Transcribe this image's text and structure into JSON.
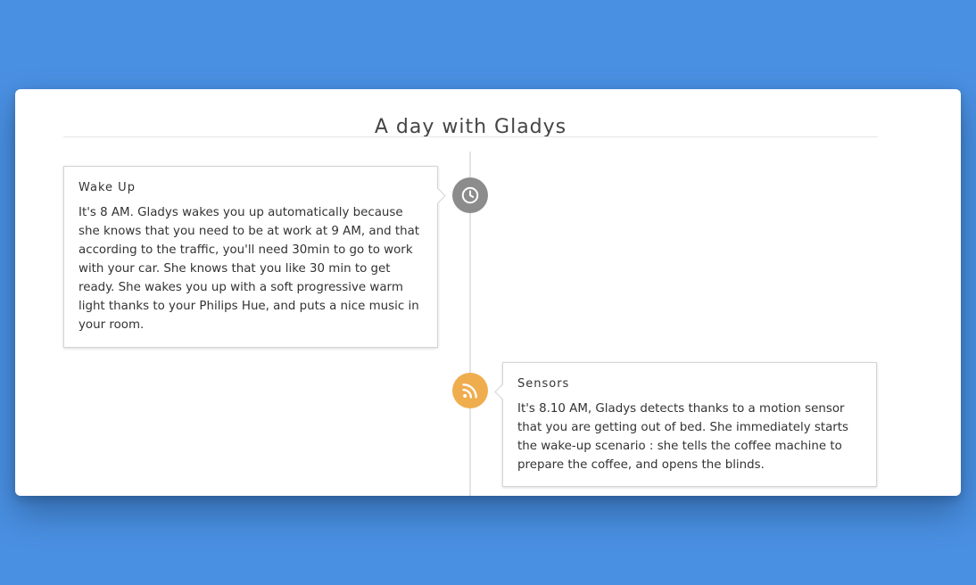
{
  "page": {
    "title": "A day with Gladys"
  },
  "colors": {
    "background": "#4a90e2",
    "clock_badge": "#8c8c8c",
    "sensors_badge": "#f0ad4e"
  },
  "timeline": [
    {
      "title": "Wake Up",
      "icon": "clock-icon",
      "side": "left",
      "body": "It's 8 AM. Gladys wakes you up automatically because she knows that you need to be at work at 9 AM, and that according to the traffic, you'll need 30min to go to work with your car. She knows that you like 30 min to get ready. She wakes you up with a soft progressive warm light thanks to your Philips Hue, and puts a nice music in your room."
    },
    {
      "title": "Sensors",
      "icon": "rss-icon",
      "side": "right",
      "body": "It's 8.10 AM, Gladys detects thanks to a motion sensor that you are getting out of bed. She immediately starts the wake-up scenario : she tells the coffee machine to prepare the coffee, and opens the blinds."
    }
  ]
}
